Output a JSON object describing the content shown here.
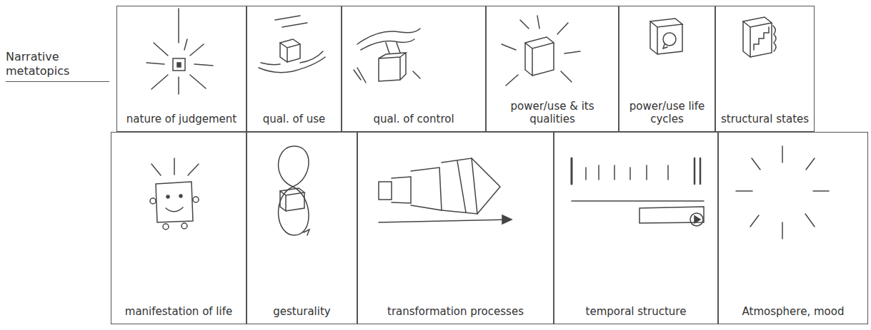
{
  "diagram": {
    "title": "Narrative metatopics",
    "nodes": [
      {
        "text": [
          "nature of judgement"
        ]
      },
      {
        "text": [
          "qual. of use"
        ]
      },
      {
        "text": [
          "qual. of control"
        ]
      },
      {
        "text": [
          "power/use & its qualities"
        ]
      },
      {
        "text": [
          "power/use life cycles"
        ]
      },
      {
        "text": [
          "structural states"
        ]
      },
      {
        "text": [
          "manifestation of life"
        ]
      },
      {
        "text": [
          "gesturality"
        ]
      },
      {
        "text": [
          "transformation processes"
        ]
      },
      {
        "text": [
          "temporal structure"
        ]
      },
      {
        "text": [
          "Atmosphere, mood"
        ]
      }
    ]
  }
}
